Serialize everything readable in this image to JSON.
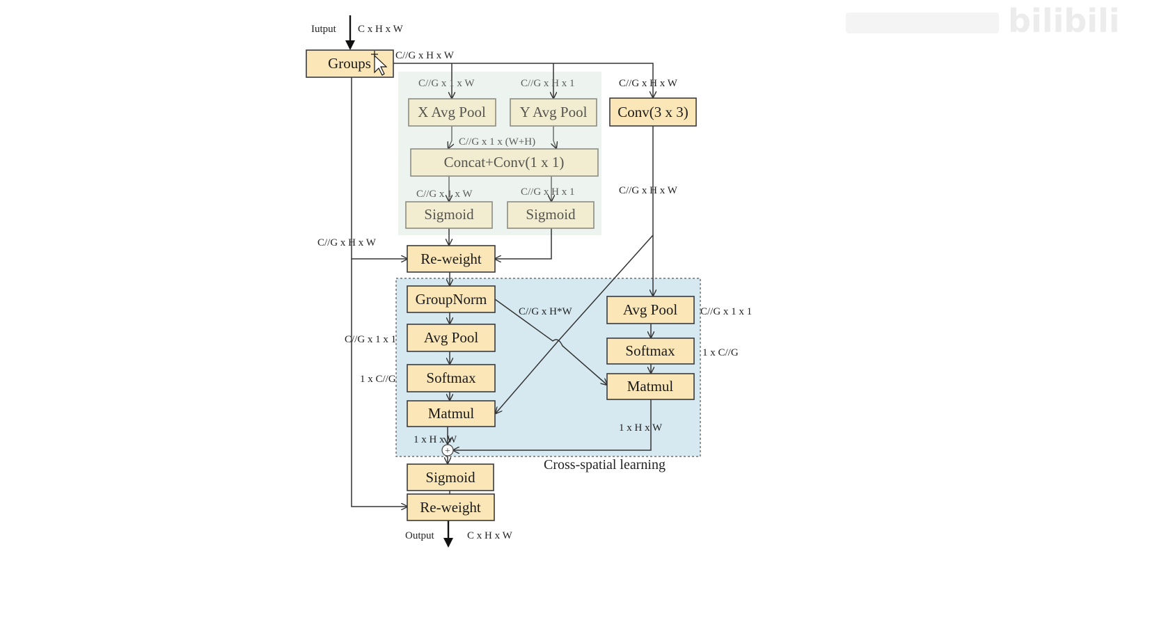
{
  "watermark": {
    "text": "bilibili"
  },
  "io": {
    "input_label": "Iutput",
    "input_shape": "C x H x W",
    "output_label": "Output",
    "output_shape": "C x H x W"
  },
  "blocks": {
    "groups": "Groups",
    "x_avg_pool": "X Avg Pool",
    "y_avg_pool": "Y Avg Pool",
    "conv3": "Conv(3 x 3)",
    "concat_conv": "Concat+Conv(1 x 1)",
    "sigmoid_x": "Sigmoid",
    "sigmoid_y": "Sigmoid",
    "reweight_1": "Re-weight",
    "groupnorm": "GroupNorm",
    "avgpool_left": "Avg Pool",
    "softmax_left": "Softmax",
    "matmul_left": "Matmul",
    "avgpool_right": "Avg Pool",
    "softmax_right": "Softmax",
    "matmul_right": "Matmul",
    "sigmoid_final": "Sigmoid",
    "reweight_2": "Re-weight"
  },
  "shapes": {
    "after_groups": "C//G x H x W",
    "x_pool_in": "C//G x 1 x W",
    "y_pool_in": "C//G x H x 1",
    "conv_in": "C//G x H x W",
    "concat_in": "C//G x 1 x (W+H)",
    "sig_x_in": "C//G x 1 x W",
    "sig_y_in": "C//G x H x 1",
    "conv_out": "C//G x H x W",
    "skip": "C//G x H x W",
    "cross_hw": "C//G x H*W",
    "left_pool_out": "C//G x 1 x 1",
    "left_softmax_out": "1 x C//G",
    "left_matmul_out": "1 x H x W",
    "right_pool_out": "C//G x 1 x 1",
    "right_softmax_out": "1 x C//G",
    "right_matmul_out": "1 x H x W"
  },
  "cross_spatial_label": "Cross-spatial learning",
  "plus_symbol": "+",
  "colors": {
    "block_fill": "#fbe6b8",
    "faded_block_fill": "#f2ecd0",
    "top_panel": "#edf3ee",
    "cross_panel": "#d6e9f1"
  }
}
